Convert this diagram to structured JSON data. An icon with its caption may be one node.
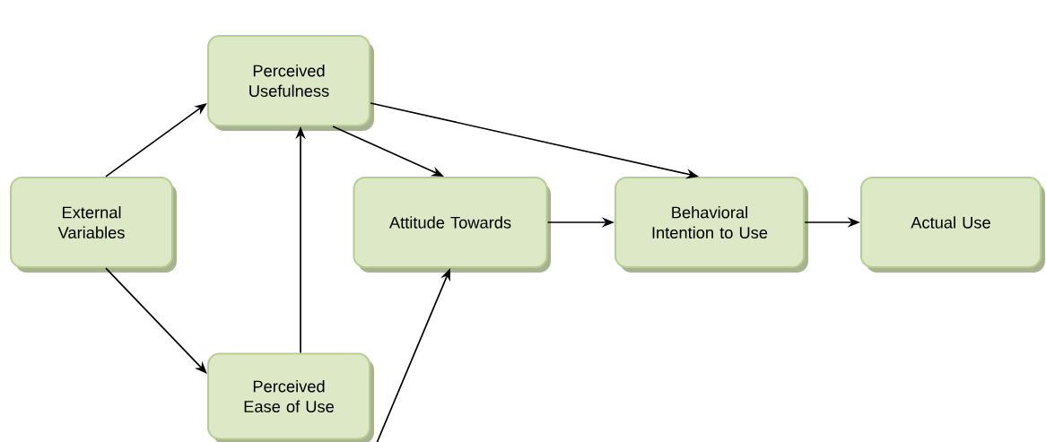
{
  "diagram": {
    "nodes": [
      {
        "text": [
          "External Variables"
        ]
      },
      {
        "text": [
          "Perceived Usefulness"
        ]
      },
      {
        "text": [
          "Perceived Ease of Use"
        ]
      },
      {
        "text": [
          "Attitude Towards"
        ]
      },
      {
        "text": [
          "Behavioral Intention to Use"
        ]
      },
      {
        "text": [
          "Actual Use"
        ]
      }
    ],
    "edges": [
      {
        "from": 0,
        "to": 1,
        "arrow": "to"
      },
      {
        "from": 0,
        "to": 2,
        "arrow": "to"
      },
      {
        "from": 2,
        "to": 1,
        "arrow": "to"
      },
      {
        "from": 1,
        "to": 3,
        "arrow": "to"
      },
      {
        "from": 1,
        "to": 4,
        "arrow": "to"
      },
      {
        "from": 2,
        "to": 3,
        "arrow": "to"
      },
      {
        "from": 3,
        "to": 4,
        "arrow": "to"
      },
      {
        "from": 4,
        "to": 5,
        "arrow": "to"
      }
    ]
  }
}
